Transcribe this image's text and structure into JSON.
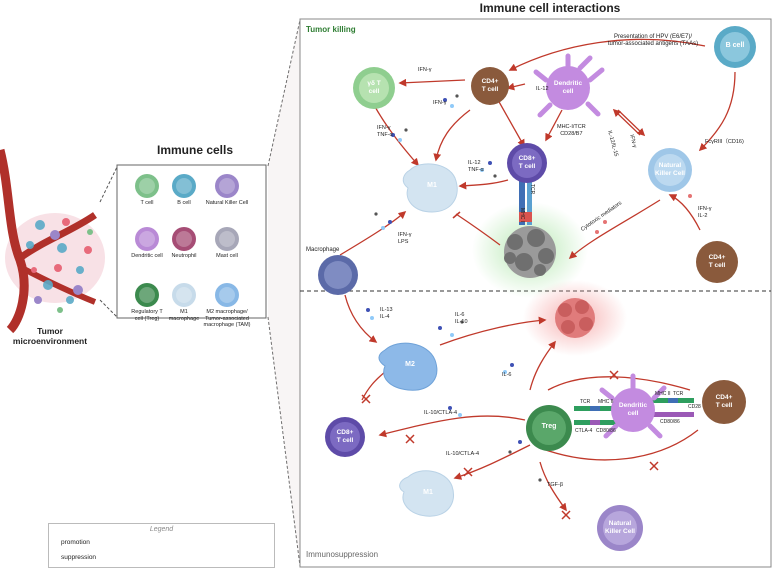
{
  "headings": {
    "immune_cell_interactions": "Immune cell interactions",
    "immune_cells": "Immune cells",
    "tumor_microenvironment": "Tumor\nmicroenvironment",
    "tumor_killing": "Tumor killing",
    "immunosuppression": "Immunosuppression"
  },
  "immune_cells_panel": [
    {
      "label": "T cell",
      "color": "#7dc08a"
    },
    {
      "label": "B cell",
      "color": "#5aaac7"
    },
    {
      "label": "Natural Killer Cell",
      "color": "#9b86c9"
    },
    {
      "label": "Dendritic cell",
      "color": "#b98ad6"
    },
    {
      "label": "Neutrophil",
      "color": "#a64d75"
    },
    {
      "label": "Mast cell",
      "color": "#a7a7b8"
    },
    {
      "label": "Regulatory T\ncell (Treg)",
      "color": "#3c8a4e"
    },
    {
      "label": "M1\nmacrophage",
      "color": "#c7dbea"
    },
    {
      "label": "M2 macrophage/\nTumor-associated\nmacrophage (TAM)",
      "color": "#88b8e6"
    }
  ],
  "cells": {
    "b_cell": "B cell",
    "cd4_top": "CD4+\nT cell",
    "gd_t": "γδ T\ncell",
    "dendritic_top": "Dendritic\ncell",
    "cd8_top": "CD8+\nT cell",
    "nk_top": "Natural\nKiller Cell",
    "m1_top": "M1",
    "macrophage": "Macrophage",
    "cd4_right": "CD4+\nT cell",
    "m2": "M2",
    "cd8_bottom": "CD8+\nT cell",
    "treg": "Treg",
    "dendritic_bottom": "Dendritic\ncell",
    "cd4_bottom_right": "CD4+\nT cell",
    "m1_bottom": "M1",
    "nk_bottom": "Natural\nKiller Cell"
  },
  "labels": {
    "hpv": "Presentation of HPV (E6/E7)/\ntumor-associated antigens (TAAs)",
    "ifn_g_1": "IFN-γ",
    "il12_top": "IL-12",
    "ifn_g_2": "IFN-γ",
    "ifn_tnf": "IFN-γ\nTNF-α",
    "mhc_tcr": "MHC-I/TCR\nCD28/B7",
    "fcy": "FcγRIII（CD16)",
    "il12_il15": "IL-12/IL-15",
    "ifn_g_v": "IFN-γ",
    "il12_tnf": "IL-12\nTNF-α",
    "tcr_v": "TCR",
    "mhc_v": "MHC I",
    "ifn_il2": "IFN-γ\nIL-2",
    "cytotoxic": "Cytotoxic mediators",
    "ifn_lps": "IFN-γ\nLPS",
    "il13_il4": "IL-13\nIL-4",
    "il6_il10": "IL-6\nIL-10",
    "il6": "IL-6",
    "il10_ctla_1": "IL-10/CTLA-4",
    "il10_ctla_2": "IL-10/CTLA-4",
    "tgf": "TGF-β",
    "tcr_b": "TCR",
    "mhcii_b": "MHC II",
    "ctla4_b": "CTLA-4",
    "cd80_86_b": "CD80/86",
    "mhcii_r": "MHC II",
    "tcr_r": "TCR",
    "cd80_86_r": "CD80/86",
    "cd28_r": "CD28"
  },
  "legend": {
    "title": "Legend",
    "promotion": "promotion",
    "suppression": "suppression"
  },
  "colors": {
    "arrow": "#c0392b",
    "tumor_killing_title": "#2e7d32",
    "panel_border": "#888888"
  }
}
